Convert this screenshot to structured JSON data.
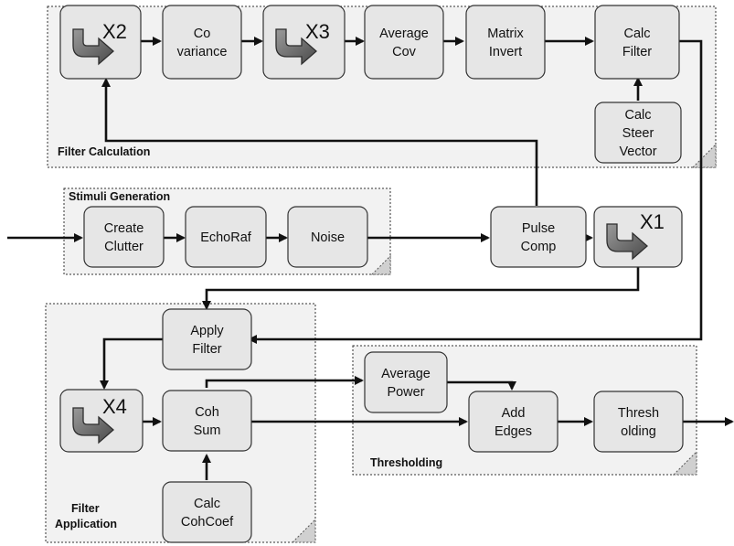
{
  "groups": {
    "filter_calculation": "Filter Calculation",
    "stimuli_generation": "Stimuli Generation",
    "filter_application_1": "Filter",
    "filter_application_2": "Application",
    "thresholding": "Thresholding"
  },
  "nodes": {
    "covariance": [
      "Co",
      "variance"
    ],
    "average_cov": [
      "Average",
      "Cov"
    ],
    "matrix_invert": [
      "Matrix",
      "Invert"
    ],
    "calc_filter": [
      "Calc",
      "Filter"
    ],
    "calc_steer_vector": [
      "Calc",
      "Steer",
      "Vector"
    ],
    "create_clutter": [
      "Create",
      "Clutter"
    ],
    "echoraf": [
      "EchoRaf"
    ],
    "noise": [
      "Noise"
    ],
    "pulse_comp": [
      "Pulse",
      "Comp"
    ],
    "apply_filter": [
      "Apply",
      "Filter"
    ],
    "coh_sum": [
      "Coh",
      "Sum"
    ],
    "calc_cohcoef": [
      "Calc",
      "CohCoef"
    ],
    "average_power": [
      "Average",
      "Power"
    ],
    "add_edges": [
      "Add",
      "Edges"
    ],
    "thresholding": [
      "Thresh",
      "olding"
    ]
  },
  "iterations": {
    "x1": "X1",
    "x2": "X2",
    "x3": "X3",
    "x4": "X4"
  },
  "icons": {
    "loop": "loop-arrow-icon"
  },
  "colors": {
    "box_fill": "#e6e6e6",
    "group_fill": "#f2f2f2",
    "stroke": "#333333"
  }
}
